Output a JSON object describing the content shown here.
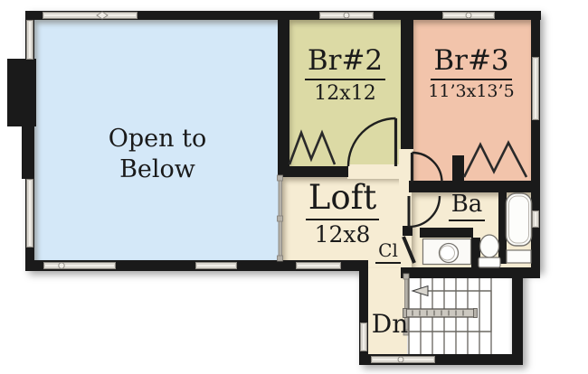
{
  "rooms": {
    "open_below": {
      "label_line1": "Open to",
      "label_line2": "Below"
    },
    "br2": {
      "name": "Br#2",
      "dims": "12x12"
    },
    "br3": {
      "name": "Br#3",
      "dims": "11’3x13’5"
    },
    "loft": {
      "name": "Loft",
      "dims": "12x8"
    },
    "bath": {
      "name": "Ba"
    },
    "closet": {
      "name": "Cl"
    },
    "stairs": {
      "name": "Dn"
    }
  },
  "fixtures": [
    "bathtub",
    "toilet",
    "sink-vanity",
    "bifold-closet-doors",
    "door-swing",
    "stair-treads",
    "stair-direction-arrow",
    "handrail",
    "railing",
    "chimney",
    "window"
  ],
  "colors": {
    "wall": "#1a1a1a",
    "text": "#1a1a1a",
    "open_below_fill": "#d4e8f8",
    "br2_fill": "#dcdaa5",
    "br3_fill": "#f2c4ab",
    "cream_fill": "#f6ecd3",
    "stair_fill": "#ffffff",
    "window_fill": "#d9d6cf",
    "window_border": "#8b8780",
    "fixture_stroke": "#76736d"
  }
}
